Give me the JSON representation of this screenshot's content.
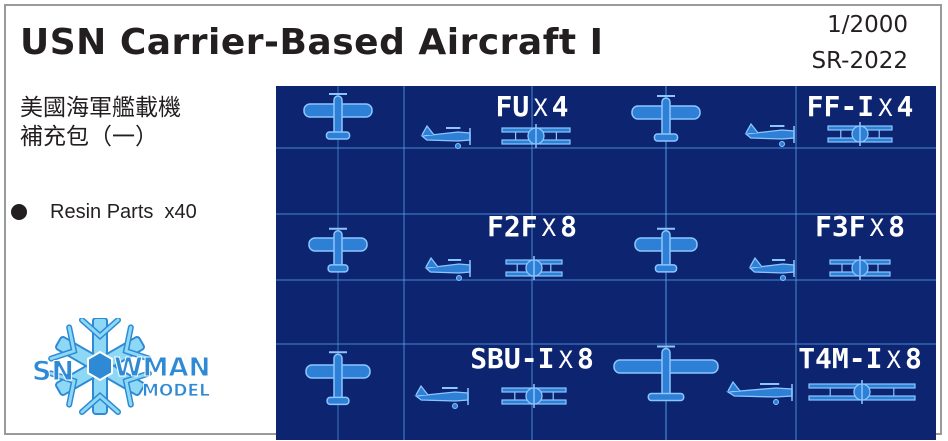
{
  "header": {
    "title": "USN Carrier-Based Aircraft I",
    "scale": "1/2000",
    "code": "SR-2022"
  },
  "chinese": {
    "line1": "美國海軍艦載機",
    "line2": "補充包（一）"
  },
  "parts": {
    "label": "Resin Parts",
    "count": "x40"
  },
  "logo": {
    "word_left": "SN",
    "word_right": "WMAN",
    "sub": "MODEL",
    "color_main": "#2f8ad6",
    "color_light": "#8dd8f5"
  },
  "sheet": {
    "bg": "#0d2470",
    "line": "#5aa8f2",
    "aircraft": [
      {
        "name": "FU",
        "qty": "4"
      },
      {
        "name": "FF-I",
        "qty": "4"
      },
      {
        "name": "F2F",
        "qty": "8"
      },
      {
        "name": "F3F",
        "qty": "8"
      },
      {
        "name": "SBU-I",
        "qty": "8"
      },
      {
        "name": "T4M-I",
        "qty": "8"
      }
    ],
    "times": "X"
  }
}
